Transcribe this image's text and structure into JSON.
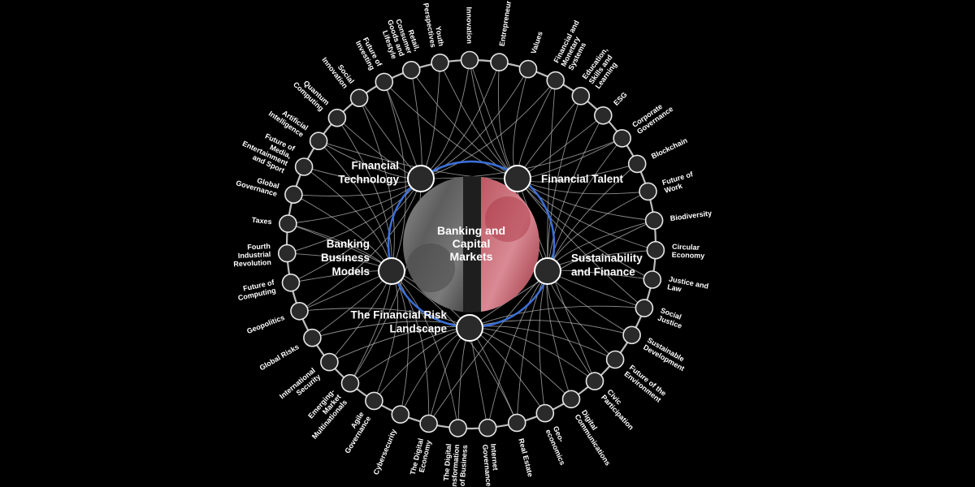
{
  "colors": {
    "background": "#000000",
    "ring": "#3b6fd8",
    "node_fill": "#2a2a2a",
    "outer_ring": "#bdbdbd",
    "links": "#bcbcbc"
  },
  "center": {
    "label": [
      "Banking and",
      "Capital",
      "Markets"
    ]
  },
  "hubs": [
    {
      "label": [
        "Financial",
        "Technology"
      ]
    },
    {
      "label": [
        "Financial Talent"
      ]
    },
    {
      "label": [
        "Sustainability",
        "and Finance"
      ]
    },
    {
      "label": [
        "The Financial Risk",
        "Landscape"
      ]
    },
    {
      "label": [
        "Banking",
        "Business",
        "Models"
      ]
    }
  ],
  "topics": [
    {
      "label": [
        "Innovation"
      ]
    },
    {
      "label": [
        "Entrepreneur"
      ]
    },
    {
      "label": [
        "Values"
      ]
    },
    {
      "label": [
        "Financial and",
        "Monetary",
        "Systems"
      ]
    },
    {
      "label": [
        "Education,",
        "Skills and",
        "Learning"
      ]
    },
    {
      "label": [
        "ESG"
      ]
    },
    {
      "label": [
        "Corporate",
        "Governance"
      ]
    },
    {
      "label": [
        "Blockchain"
      ]
    },
    {
      "label": [
        "Future of",
        "Work"
      ]
    },
    {
      "label": [
        "Biodiversity"
      ]
    },
    {
      "label": [
        "Circular",
        "Economy"
      ]
    },
    {
      "label": [
        "Justice and",
        "Law"
      ]
    },
    {
      "label": [
        "Social",
        "Justice"
      ]
    },
    {
      "label": [
        "Sustainable",
        "Development"
      ]
    },
    {
      "label": [
        "Future of the",
        "Environment"
      ]
    },
    {
      "label": [
        "Civic",
        "Participation"
      ]
    },
    {
      "label": [
        "Digital",
        "Communications"
      ]
    },
    {
      "label": [
        "Geo-",
        "economics"
      ]
    },
    {
      "label": [
        "Real Estate"
      ]
    },
    {
      "label": [
        "Internet",
        "Governance"
      ]
    },
    {
      "label": [
        "The Digital",
        "Transformation",
        "of Business"
      ]
    },
    {
      "label": [
        "The Digital",
        "Economy"
      ]
    },
    {
      "label": [
        "Cybersecurity"
      ]
    },
    {
      "label": [
        "Agile",
        "Governance"
      ]
    },
    {
      "label": [
        "Emerging-",
        "Market",
        "Multinationals"
      ]
    },
    {
      "label": [
        "International",
        "Security"
      ]
    },
    {
      "label": [
        "Global Risks"
      ]
    },
    {
      "label": [
        "Geopolitics"
      ]
    },
    {
      "label": [
        "Future of",
        "Computing"
      ]
    },
    {
      "label": [
        "Fourth",
        "Industrial",
        "Revolution"
      ]
    },
    {
      "label": [
        "Taxes"
      ]
    },
    {
      "label": [
        "Global",
        "Governance"
      ]
    },
    {
      "label": [
        "Future of",
        "Media,",
        "Entertainment",
        "and Sport"
      ]
    },
    {
      "label": [
        "Artificial",
        "Intelligence"
      ]
    },
    {
      "label": [
        "Quantum",
        "Computing"
      ]
    },
    {
      "label": [
        "Social",
        "Innovation"
      ]
    },
    {
      "label": [
        "Future of",
        "Investing"
      ]
    },
    {
      "label": [
        "Retail,",
        "Consumer",
        "Goods and",
        "Lifestyle"
      ]
    },
    {
      "label": [
        "Youth",
        "Perspectives"
      ]
    }
  ]
}
